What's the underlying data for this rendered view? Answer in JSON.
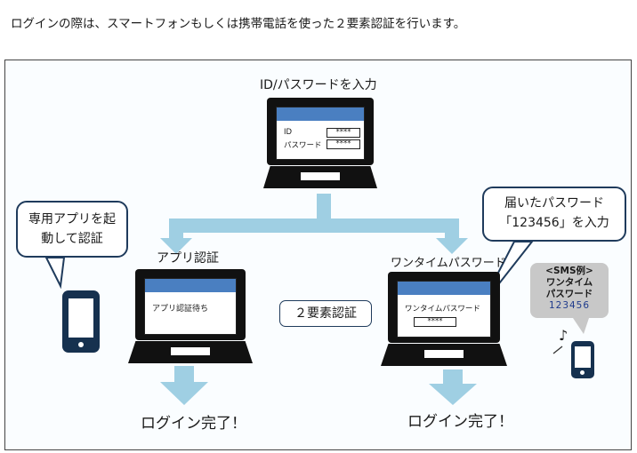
{
  "intro_text": "ログインの際は、スマートフォンもしくは携帯電話を使った２要素認証を行います。",
  "top": {
    "title": "ID/パスワードを入力",
    "id_label": "ID",
    "id_value": "****",
    "password_label": "パスワード",
    "password_value": "****"
  },
  "left": {
    "label": "アプリ認証",
    "screen_text": "アプリ認証待ち",
    "bubble_line1": "専用アプリを起",
    "bubble_line2": "動して認証",
    "result": "ログイン完了！"
  },
  "center": {
    "label": "２要素認証"
  },
  "right": {
    "label": "ワンタイムパスワード",
    "screen_text": "ワンタイムパスワード",
    "screen_value": "****",
    "bubble_line1": "届いたパスワード",
    "bubble_line2": "「123456」を入力",
    "result": "ログイン完了！"
  },
  "sms": {
    "line1": "<SMS例>",
    "line2": "ワンタイム",
    "line3": "パスワード",
    "code": "123456",
    "note_icon": "music-note-icon"
  },
  "colors": {
    "arrow": "#9fcfe3",
    "titlebar": "#4a7fc1",
    "bubble_border": "#1f3b5c",
    "sms_bg": "#c8c8c8",
    "sms_code": "#1f3b8c"
  }
}
